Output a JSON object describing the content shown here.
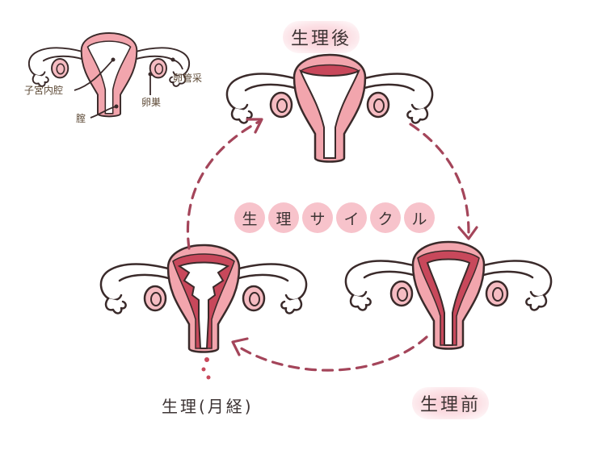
{
  "labels": {
    "after": "生理後",
    "before": "生理前",
    "menstruation": "生理(月経)"
  },
  "cycle_title": [
    "生",
    "理",
    "サ",
    "イ",
    "ク",
    "ル"
  ],
  "anatomy": {
    "uterine_cavity": "子宮内腔",
    "vagina": "腟",
    "ovary": "卵巣",
    "fimbria": "卵管采"
  },
  "colors": {
    "organ_pink": "#f2a5ad",
    "lining_red": "#c8485b",
    "arrow": "#a4455a",
    "anatomy_text": "#5a4632"
  }
}
